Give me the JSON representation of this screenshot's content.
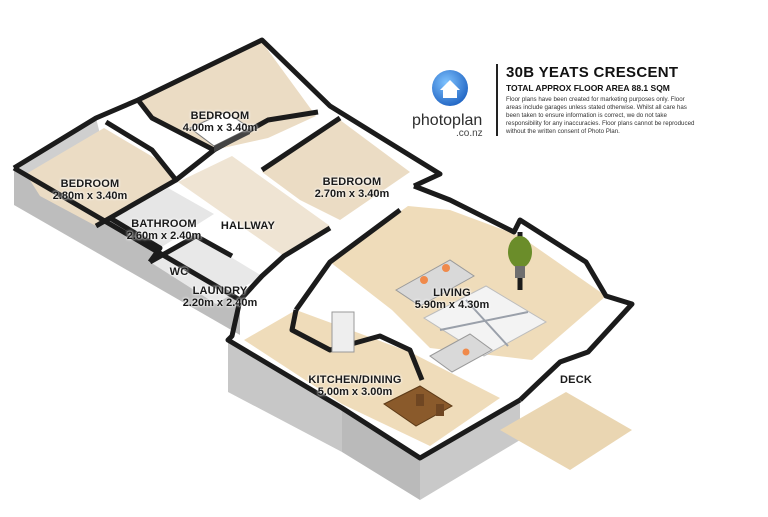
{
  "brand": {
    "logo_main": "photoplan",
    "logo_sub": ".co.nz",
    "logo_icon": "house-globe-icon",
    "color": "#2c7bd6"
  },
  "property": {
    "address": "30B YEATS CRESCENT",
    "total_area": "TOTAL APPROX FLOOR AREA 88.1 SQM",
    "disclaimer": "Floor plans have been created for marketing purposes only. Floor areas include garages unless stated otherwise. Whilst all care has been taken to ensure information is correct, we do not take responsibility for any inaccuracies. Floor plans cannot be reproduced without the written consent of Photo Plan."
  },
  "rooms": {
    "bedroom1": {
      "name": "BEDROOM",
      "dims": "4.00m x 3.40m"
    },
    "bedroom2": {
      "name": "BEDROOM",
      "dims": "2.80m x 3.40m"
    },
    "bedroom3": {
      "name": "BEDROOM",
      "dims": "2.70m x 3.40m"
    },
    "bathroom": {
      "name": "BATHROOM",
      "dims": "2.60m x 2.40m"
    },
    "hallway": {
      "name": "HALLWAY"
    },
    "wc": {
      "name": "WC"
    },
    "laundry": {
      "name": "LAUNDRY",
      "dims": "2.20m x 2.40m"
    },
    "living": {
      "name": "LIVING",
      "dims": "5.90m x 4.30m"
    },
    "kitchen": {
      "name": "KITCHEN/DINING",
      "dims": "5.00m x 3.00m"
    },
    "deck": {
      "name": "DECK"
    }
  },
  "colors": {
    "wall": "#1b1b1b",
    "floor": "#f1dfbf",
    "wall_side": "#d8d8d8",
    "deck": "#e9d5b2"
  }
}
